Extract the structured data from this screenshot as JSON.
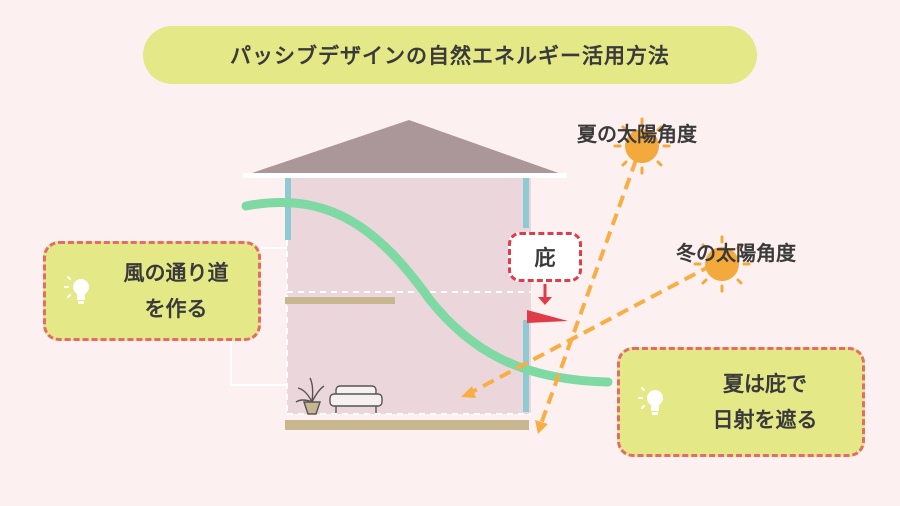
{
  "title": "パッシブデザインの自然エネルギー活用方法",
  "labels": {
    "summer_sun": "夏の太陽角度",
    "winter_sun": "冬の太陽角度",
    "eave": "庇",
    "wind_path": "風の通り道\nを作る",
    "summer_shade": "夏は庇で\n日射を遮る"
  },
  "icons": [
    "lightbulb-icon",
    "sun-icon",
    "sofa-icon",
    "plant-icon",
    "arrow-down-icon"
  ],
  "colors": {
    "background": "#fcf1f0",
    "title_bg": "#e4e887",
    "roof": "#ab979a",
    "house_interior": "#ebd6dc",
    "window_frame": "#8fc9d2",
    "floor": "#c7b68f",
    "wind": "#7ed9a3",
    "sun": "#f4a93c",
    "sun_ray": "#f9ae45",
    "eave": "#e03b48",
    "callout_border": "#e36a6f"
  }
}
